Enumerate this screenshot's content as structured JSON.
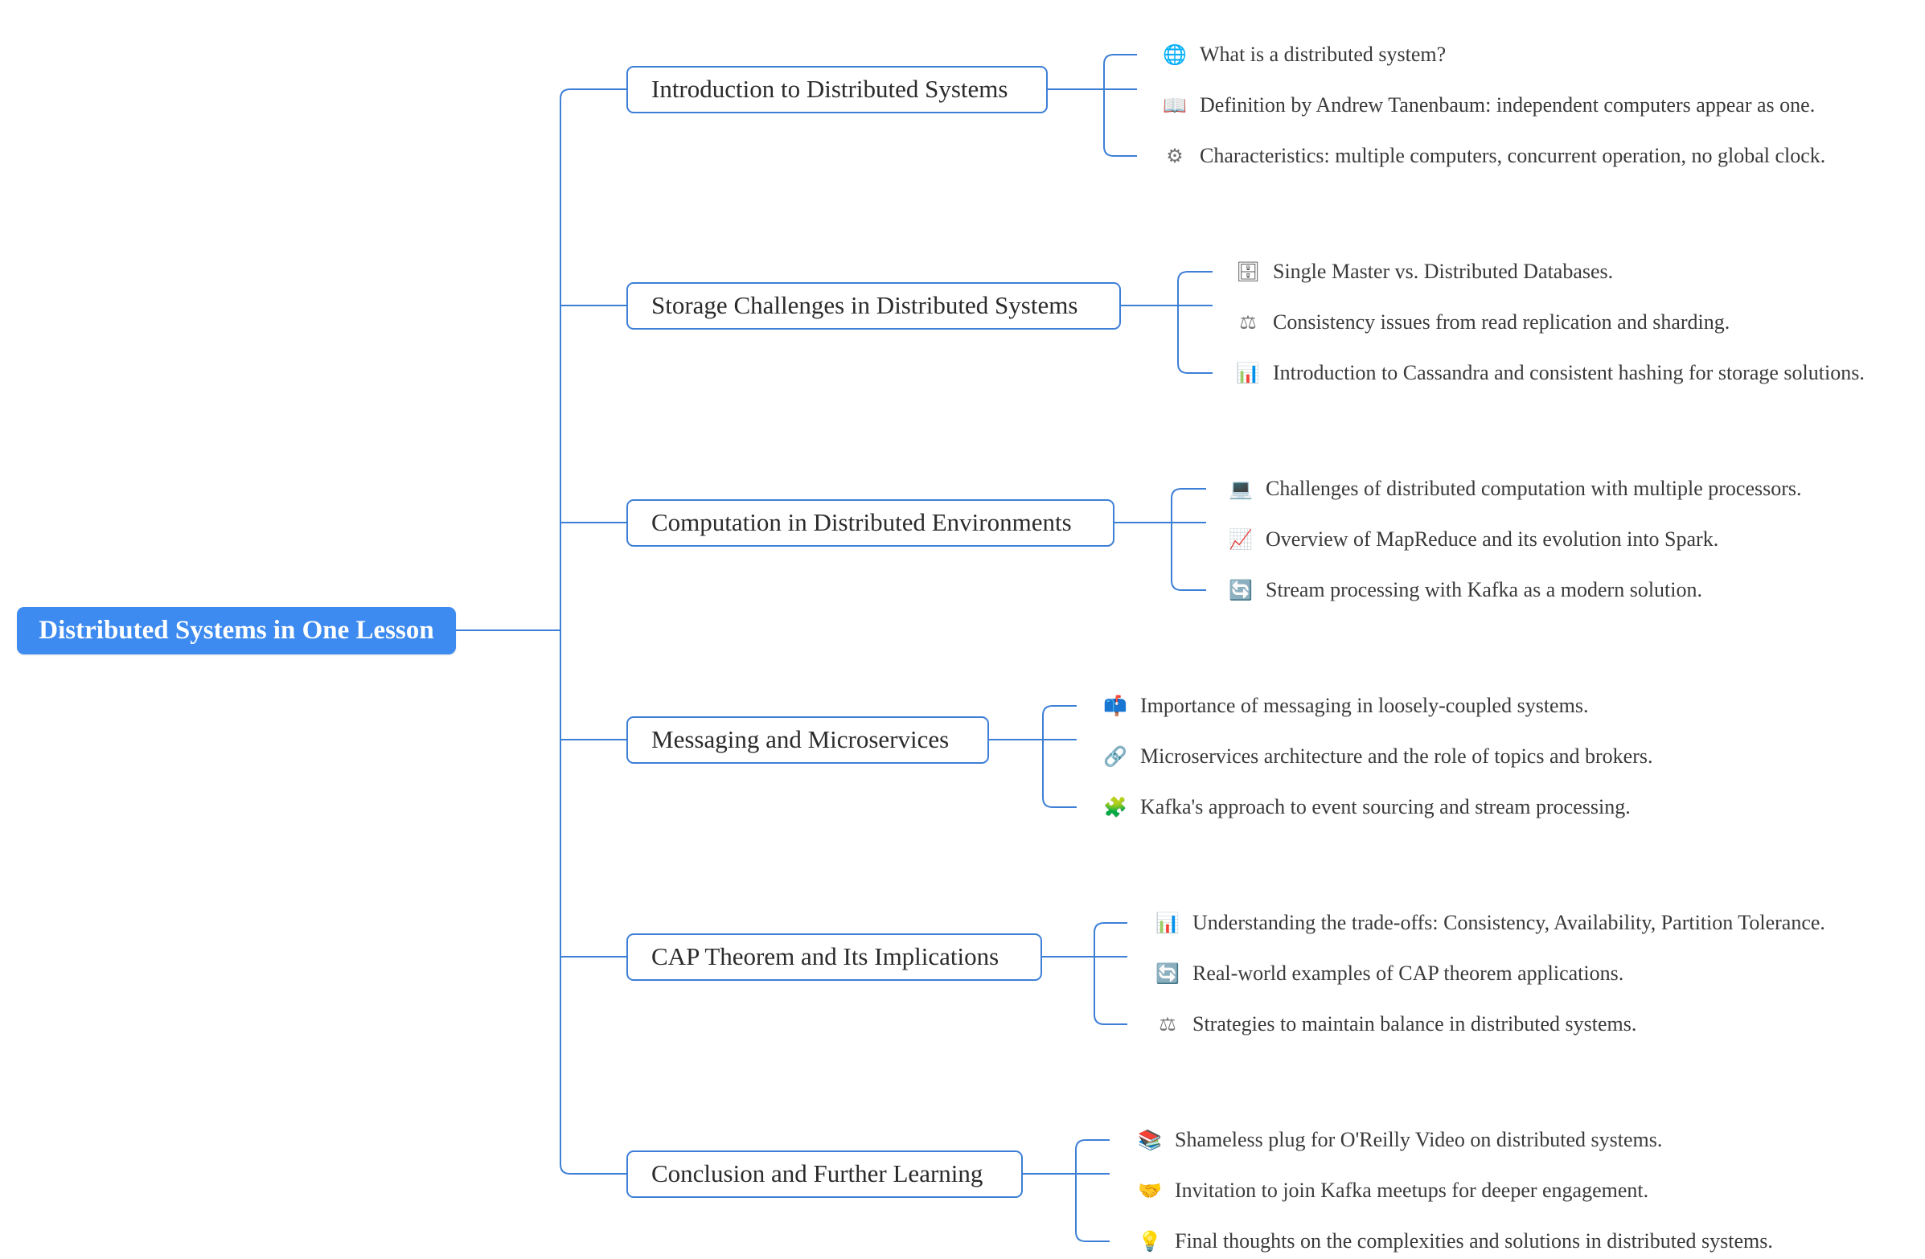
{
  "root": {
    "label": "Distributed Systems in One Lesson"
  },
  "colors": {
    "root_fill": "#3d8bf0",
    "topic_border": "#3d7fd6",
    "connector": "#3d7fd6",
    "leaf_text": "#3a3a3a"
  },
  "topics": [
    {
      "label": "Introduction to Distributed Systems",
      "items": [
        {
          "icon": "globe-icon",
          "text": "What is a distributed system?"
        },
        {
          "icon": "book-icon",
          "text": "Definition by Andrew Tanenbaum: independent computers appear as one."
        },
        {
          "icon": "gear-icon",
          "text": "Characteristics: multiple computers, concurrent operation, no global clock."
        }
      ]
    },
    {
      "label": "Storage Challenges in Distributed Systems",
      "items": [
        {
          "icon": "database-icon",
          "text": "Single Master vs. Distributed Databases."
        },
        {
          "icon": "scales-icon",
          "text": "Consistency issues from read replication and sharding."
        },
        {
          "icon": "bar-chart-icon",
          "text": "Introduction to Cassandra and consistent hashing for storage solutions."
        }
      ]
    },
    {
      "label": "Computation in Distributed Environments",
      "items": [
        {
          "icon": "computer-icon",
          "text": "Challenges of distributed computation with multiple processors."
        },
        {
          "icon": "line-chart-icon",
          "text": "Overview of MapReduce and its evolution into Spark."
        },
        {
          "icon": "refresh-icon",
          "text": "Stream processing with Kafka as a modern solution."
        }
      ]
    },
    {
      "label": "Messaging and Microservices",
      "items": [
        {
          "icon": "mailbox-icon",
          "text": "Importance of messaging in loosely-coupled systems."
        },
        {
          "icon": "link-icon",
          "text": "Microservices architecture and the role of topics and brokers."
        },
        {
          "icon": "puzzle-icon",
          "text": "Kafka's approach to event sourcing and stream processing."
        }
      ]
    },
    {
      "label": "CAP Theorem and Its Implications",
      "items": [
        {
          "icon": "bar-chart-icon",
          "text": "Understanding the trade-offs: Consistency, Availability, Partition Tolerance."
        },
        {
          "icon": "refresh-icon",
          "text": "Real-world examples of CAP theorem applications."
        },
        {
          "icon": "scales-icon",
          "text": "Strategies to maintain balance in distributed systems."
        }
      ]
    },
    {
      "label": "Conclusion and Further Learning",
      "items": [
        {
          "icon": "books-icon",
          "text": "Shameless plug for O'Reilly Video on distributed systems."
        },
        {
          "icon": "handshake-icon",
          "text": "Invitation to join Kafka meetups for deeper engagement."
        },
        {
          "icon": "lightbulb-icon",
          "text": "Final thoughts on the complexities and solutions in distributed systems."
        }
      ]
    }
  ]
}
